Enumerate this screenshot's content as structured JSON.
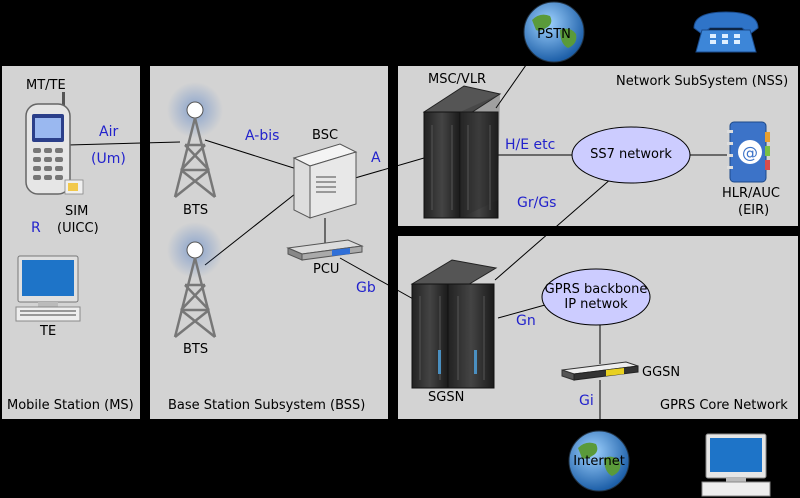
{
  "panels": {
    "ms": "Mobile Station (MS)",
    "bss": "Base Station Subsystem (BSS)",
    "nss": "Network SubSystem (NSS)",
    "core": "GPRS Core Network"
  },
  "devices": {
    "mt_te": "MT/TE",
    "sim": "SIM",
    "uicc": "(UICC)",
    "te": "TE",
    "bts1": "BTS",
    "bts2": "BTS",
    "bsc": "BSC",
    "pcu": "PCU",
    "msc": "MSC/VLR",
    "ss7": "SS7 network",
    "hlr": "HLR/AUC",
    "eir": "(EIR)",
    "sgsn": "SGSN",
    "backbone_line1": "GPRS backbone",
    "backbone_line2": "IP netwok",
    "ggsn": "GGSN",
    "pstn": "PSTN",
    "internet": "Internet"
  },
  "interfaces": {
    "air": "Air",
    "um": "(Um)",
    "r": "R",
    "abis": "A-bis",
    "a": "A",
    "he": "H/E etc",
    "grgs": "Gr/Gs",
    "gb": "Gb",
    "gn": "Gn",
    "gi": "Gi"
  },
  "colors": {
    "panel": "#d3d3d3",
    "interface_text": "#2222cc",
    "ellipse_fill": "#ccccff",
    "background": "#000000"
  }
}
